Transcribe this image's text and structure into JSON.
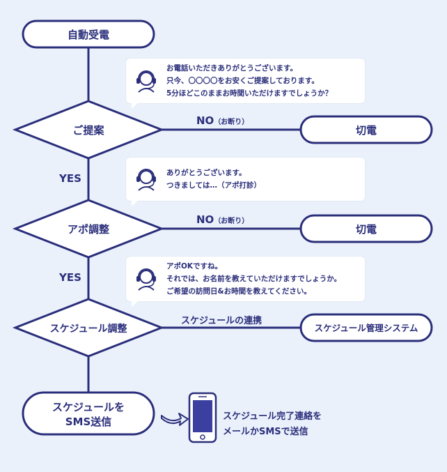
{
  "nodes": {
    "start": "自動受電",
    "proposal": "ご提案",
    "appointment": "アポ調整",
    "schedule": "スケジュール調整",
    "sms_line1": "スケジュールを",
    "sms_line2": "SMS送信",
    "hangup_1": "切電",
    "hangup_2": "切電",
    "system": "スケジュール管理システム"
  },
  "edges": {
    "yes_1": "YES",
    "yes_2": "YES",
    "no_main": "NO",
    "no_sub": "（お断り）",
    "no_main_2": "NO",
    "no_sub_2": "（お断り）",
    "schedule_link": "スケジュールの連携"
  },
  "bubbles": [
    {
      "lines": [
        "お電話いただきありがとうございます。",
        "只今、〇〇〇〇をお安くご提案しております。",
        "5分ほどこのままお時間いただけますでしょうか？"
      ]
    },
    {
      "lines": [
        "ありがとうございます。",
        "つきましては…（アポ打診）"
      ]
    },
    {
      "lines": [
        "アポOKですね。",
        "それでは、お名前を教えていただけますでしょうか。",
        "ご希望の訪問日&お時間を教えてください。"
      ]
    }
  ],
  "phone_caption": {
    "line1": "スケジュール完了連絡を",
    "line2": "メールかSMSで送信"
  },
  "icons": {
    "agent": "operator-headset-icon",
    "arrow": "curved-arrow-icon",
    "phone": "smartphone-icon"
  },
  "colors": {
    "primary": "#2a2e7a",
    "background": "#eaf1fb",
    "node_fill": "#ffffff",
    "phone_screen": "#3a3fa0"
  }
}
